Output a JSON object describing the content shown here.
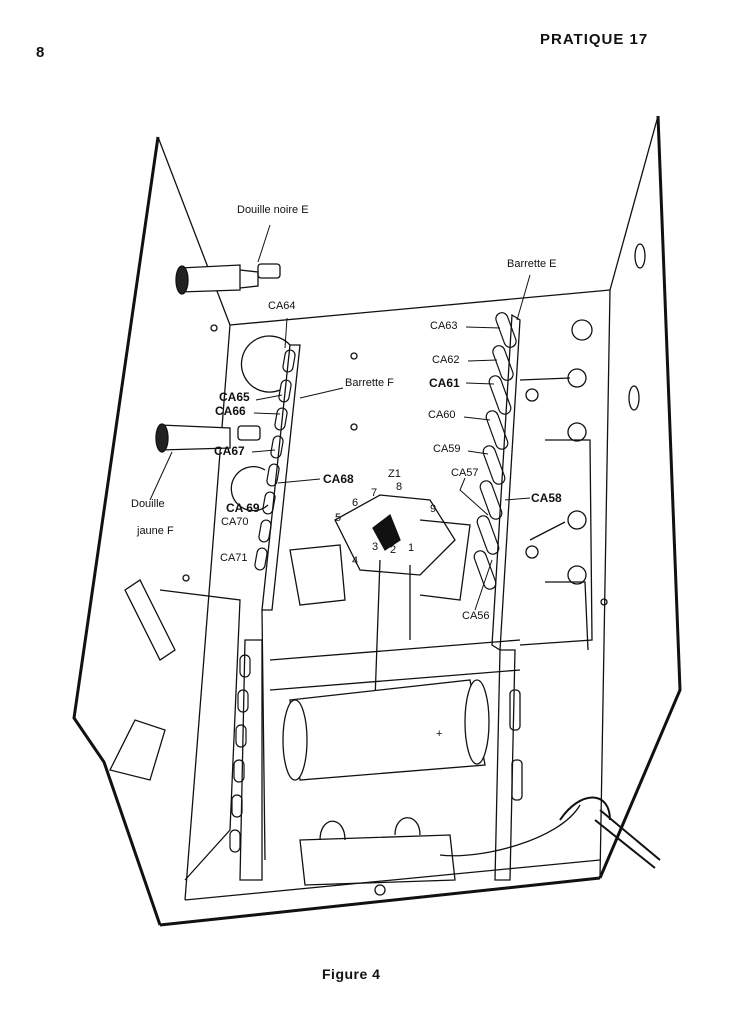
{
  "page": {
    "number": "8",
    "header": "PRATIQUE 17",
    "caption": "Figure 4"
  },
  "figure": {
    "labels": {
      "douille_noire": "Douille noire E",
      "barrette_e": "Barrette E",
      "barrette_f": "Barrette F",
      "douille_jaune_1": "Douille",
      "douille_jaune_2": "jaune F",
      "z1": "Z1",
      "ca64": "CA64",
      "ca65": "CA65",
      "ca66": "CA66",
      "ca67": "CA67",
      "ca68": "CA68",
      "ca69": "CA 69",
      "ca70": "CA70",
      "ca71": "CA71",
      "ca63": "CA63",
      "ca62": "CA62",
      "ca61": "CA61",
      "ca60": "CA60",
      "ca59": "CA59",
      "ca57": "CA57",
      "ca58": "CA58",
      "ca56": "CA56",
      "pin1": "1",
      "pin2": "2",
      "pin3": "3",
      "pin4": "4",
      "pin5": "5",
      "pin6": "6",
      "pin7": "7",
      "pin8": "8",
      "pin9": "9",
      "plus": "+"
    }
  }
}
